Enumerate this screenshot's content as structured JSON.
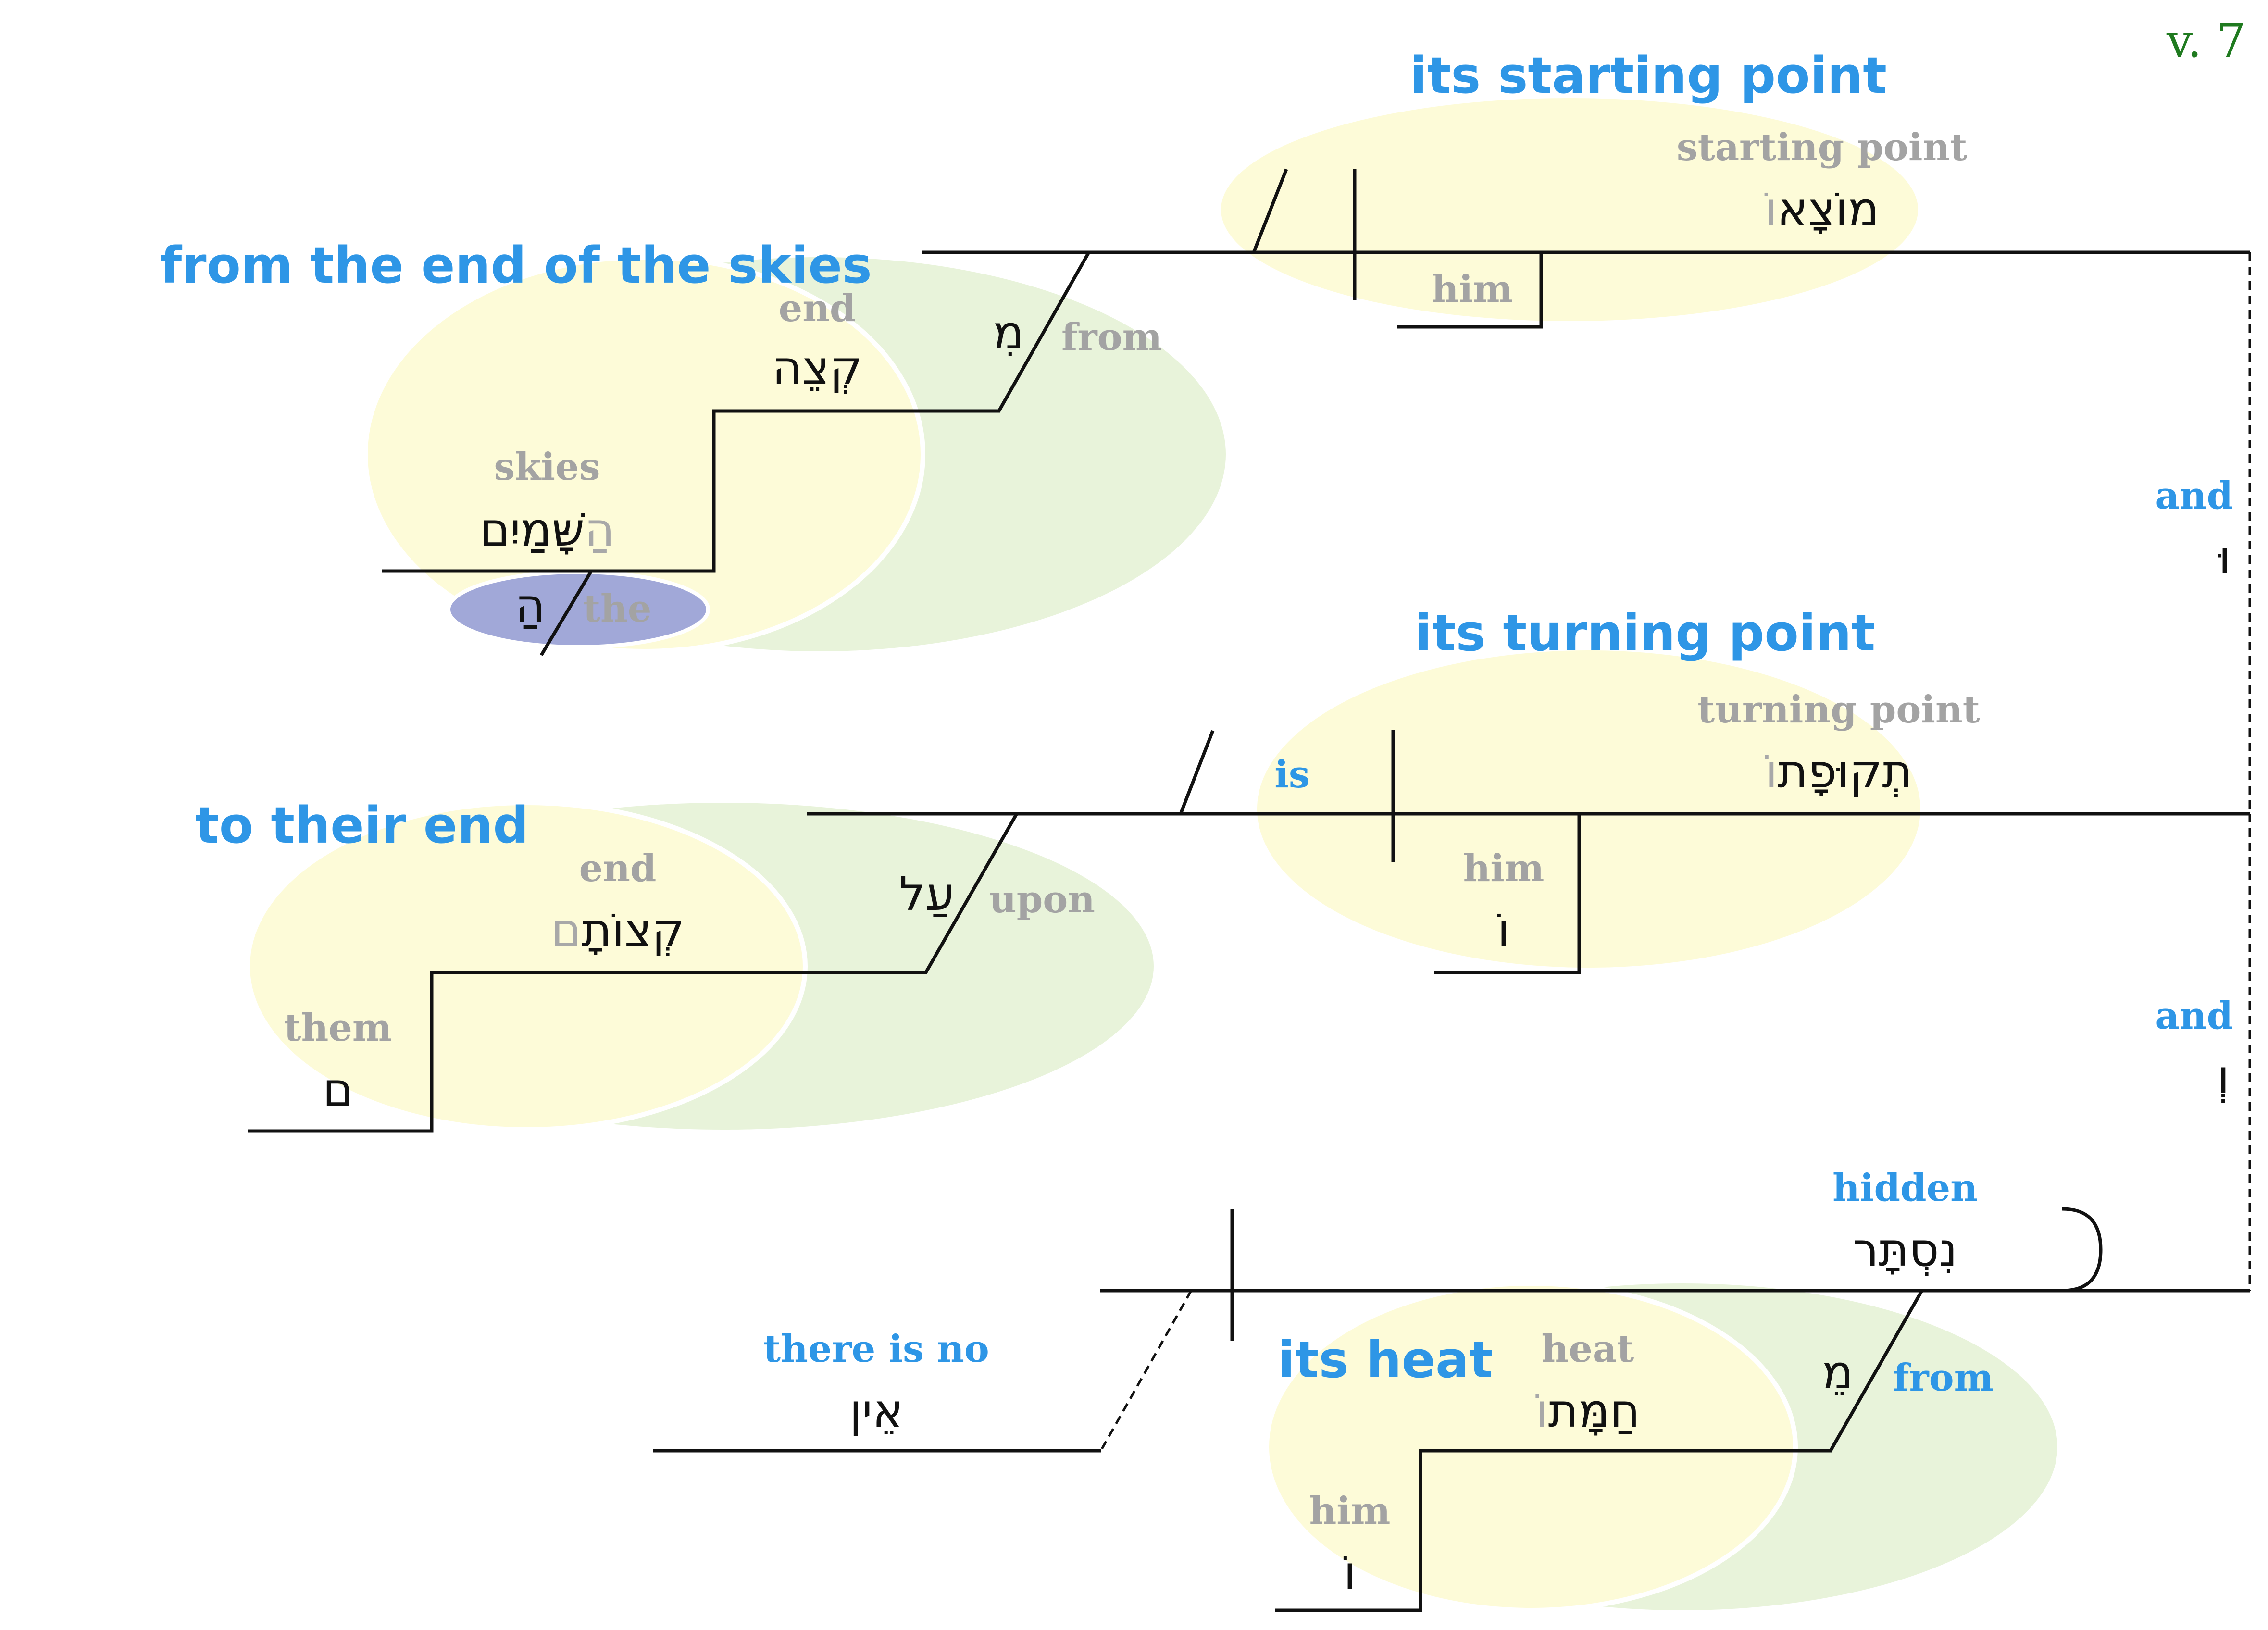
{
  "verse": "v. 7",
  "colors": {
    "phrase_blue": "#2e96e6",
    "gloss_gray": "#a3a3a3",
    "ellipse_yellow": "#fdfbd8",
    "ellipse_green": "#e8f3da",
    "ellipse_blue": "#a1a8d8",
    "verse_green": "#1f7a1f"
  },
  "clause1": {
    "phrase_label": "its starting point",
    "noun": {
      "gloss": "starting point",
      "heb_main": "מוֹצָא",
      "heb_suffix": "וֹ"
    },
    "suffix": {
      "gloss": "him"
    }
  },
  "conj1": {
    "gloss": "and",
    "heb": "וּ"
  },
  "clause2": {
    "phrase_label": "its turning point",
    "verb": {
      "gloss": "is"
    },
    "noun": {
      "gloss": "turning point",
      "heb_main": "תְקוּפָת",
      "heb_suffix": "וֹ"
    },
    "suffix": {
      "gloss": "him",
      "heb": "וֹ"
    }
  },
  "conj2": {
    "gloss": "and",
    "heb": "וְ"
  },
  "clause3": {
    "participle": {
      "gloss": "hidden",
      "heb": "נִסְתָּר"
    },
    "neg": {
      "gloss": "there is no",
      "heb": "אֵין"
    },
    "phrase_label": "its heat",
    "prep": {
      "gloss": "from",
      "heb": "מֵ"
    },
    "noun": {
      "gloss": "heat",
      "heb_main": "חַמָּת",
      "heb_suffix": "וֹ"
    },
    "suffix": {
      "gloss": "him",
      "heb": "וֹ"
    }
  },
  "pp1": {
    "phrase_label": "from the end of the skies",
    "prep": {
      "gloss": "from",
      "heb": "מִ"
    },
    "noun": {
      "gloss": "end",
      "heb": "קְצֵה"
    },
    "obj": {
      "gloss": "skies",
      "heb_article": "הַ",
      "heb_main": "שָּׁמַיִם"
    },
    "article": {
      "gloss": "the",
      "heb": "הַ"
    }
  },
  "pp2": {
    "phrase_label": "to their end",
    "prep": {
      "gloss": "upon",
      "heb": "עַל"
    },
    "noun": {
      "gloss": "end",
      "heb_main": "קְצוֹתָ",
      "heb_suffix": "ם"
    },
    "suffix": {
      "gloss": "them",
      "heb": "ם"
    }
  }
}
